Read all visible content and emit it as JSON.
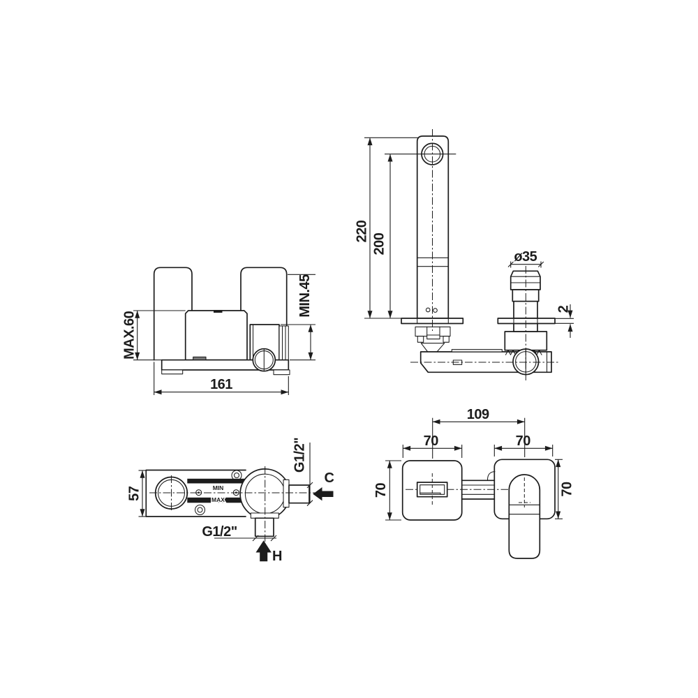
{
  "drawing": {
    "colors": {
      "line": "#1c1c1c",
      "background": "#ffffff"
    },
    "views": {
      "body_side": {
        "max_depth": "MAX.60",
        "min_depth": "MIN.45",
        "width": "161"
      },
      "spout_side": {
        "total_height": "220",
        "spout_height": "200",
        "handle_diameter": "ø35",
        "plate_thickness": "2"
      },
      "body_top": {
        "depth": "57",
        "cold_thread": "G1/2\"",
        "hot_thread": "G1/2\"",
        "cold_inlet": "C",
        "hot_inlet": "H",
        "cartridge_min": "MIN",
        "cartridge_max": "MAX"
      },
      "front": {
        "centres_distance": "109",
        "spout_plate_width": "70",
        "handle_plate_width": "70",
        "spout_plate_height": "70",
        "handle_plate_height": "70"
      }
    }
  }
}
